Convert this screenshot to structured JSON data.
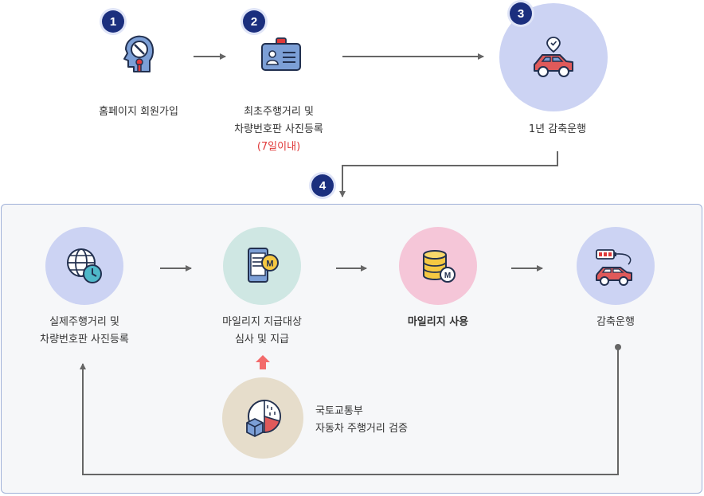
{
  "steps": {
    "step1": {
      "badge": "1",
      "label": "홈페이지 회원가입"
    },
    "step2": {
      "badge": "2",
      "label_line1": "최초주행거리 및",
      "label_line2": "차량번호판 사진등록",
      "note": "(7일이내)"
    },
    "step3": {
      "badge": "3",
      "label": "1년 감축운행"
    },
    "step4": {
      "badge": "4"
    }
  },
  "cycle": {
    "item1": {
      "line1": "실제주행거리 및",
      "line2": "차량번호판 사진등록"
    },
    "item2": {
      "line1": "마일리지 지급대상",
      "line2": "심사 및 지급"
    },
    "item3": {
      "label": "마일리지 사용"
    },
    "item4": {
      "label": "감축운행"
    },
    "verify": {
      "line1": "국토교통부",
      "line2": "자동차 주행거리 검증"
    }
  },
  "colors": {
    "badge": "#1b2f7e",
    "accent_red": "#e03a3a",
    "lavender": "#ccd3f3",
    "mint": "#cfe7e3",
    "pink": "#f5c6d8",
    "beige": "#e6ddcb",
    "arrow": "#666666"
  },
  "icons": {
    "step1": "head-lock-icon",
    "step2": "id-card-icon",
    "step3": "car-location-icon",
    "item1": "globe-clock-icon",
    "item2": "phone-mileage-icon",
    "item3": "coin-stack-icon",
    "item4": "car-battery-icon",
    "verify": "pie-chart-box-icon"
  }
}
